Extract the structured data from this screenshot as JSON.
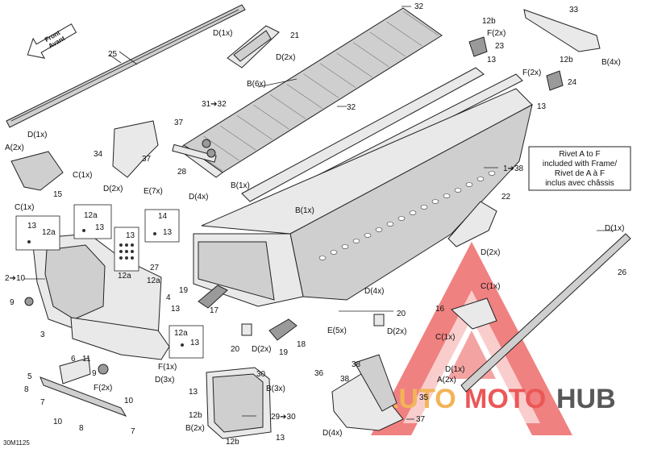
{
  "note": {
    "lines": [
      "Rivet A to F",
      "included with Frame/",
      "Rivet de A à F",
      "inclus avec châssis"
    ]
  },
  "direction_arrow": {
    "line1": "Front",
    "line2": "Avant"
  },
  "diagram_code": "30M1125",
  "watermark": {
    "part1": "AUTO",
    "part2": "MOTO",
    "part3": "HUB",
    "color_red": "#e83a3a",
    "color_orange": "#f2a73a",
    "color_dark": "#3b3b3b"
  },
  "callouts": {
    "c32a": "32",
    "c12b_a": "12b",
    "c33": "33",
    "cD1x_a": "D(1x)",
    "c21": "21",
    "cF2x_a": "F(2x)",
    "c23": "23",
    "c13_a": "13",
    "cB4x": "B(4x)",
    "c25": "25",
    "cD2x_a": "D(2x)",
    "c12b_b": "12b",
    "cF2x_b": "F(2x)",
    "c24": "24",
    "cB6x": "B(6x)",
    "c31_32": "31➔32",
    "c32b": "32",
    "c13_b": "13",
    "c37a": "37",
    "c34": "34",
    "c37b": "37",
    "cD1x_b": "D(1x)",
    "cA2x_a": "A(2x)",
    "cC1x_a": "C(1x)",
    "c15": "15",
    "cC1x_b": "C(1x)",
    "c28": "28",
    "c1_38": "1➔38",
    "cD2x_b": "D(2x)",
    "cE7x": "E(7x)",
    "cD4x_a": "D(4x)",
    "cB1x_a": "B(1x)",
    "cB1x_b": "B(1x)",
    "c22": "22",
    "c13_box1": "13",
    "c12a_box1": "12a",
    "c12a_box2": "12a",
    "c13_box2": "13",
    "c14": "14",
    "c13_box3": "13",
    "c13_box4": "13",
    "c12a_box4": "12a",
    "cD1x_c": "D(1x)",
    "cD2x_c": "D(2x)",
    "c26": "26",
    "c2_10": "2➔10",
    "c27": "27",
    "c12a_c": "12a",
    "c4": "4",
    "c13_c": "13",
    "c9a": "9",
    "c3": "3",
    "c19a": "19",
    "c17": "17",
    "cC1x_c": "C(1x)",
    "cD4x_b": "D(4x)",
    "c20a": "20",
    "cD2x_d": "D(2x)",
    "c16": "16",
    "cC1x_d": "C(1x)",
    "c12a_box5": "12a",
    "c13_box5": "13",
    "c20b": "20",
    "cD2x_e": "D(2x)",
    "c19b": "19",
    "c18": "18",
    "cE5x": "E(5x)",
    "c6": "6",
    "c11": "11",
    "cF1x": "F(1x)",
    "c9b": "9",
    "cD3x": "D(3x)",
    "c30": "30",
    "cB3x": "B(3x)",
    "c13_d": "13",
    "c5": "5",
    "cF2x_c": "F(2x)",
    "c8a": "8",
    "c7a": "7",
    "c10a": "10",
    "c8b": "8",
    "c10b": "10",
    "c7b": "7",
    "c38a": "38",
    "c36": "36",
    "c38b": "38",
    "c35": "35",
    "cD1x_d": "D(1x)",
    "cA2x_b": "A(2x)",
    "c37c": "37",
    "c12b_c": "12b",
    "cB2x": "B(2x)",
    "c29_30": "29➔30",
    "c12b_d": "12b",
    "c13_e": "13",
    "cD4x_c": "D(4x)"
  }
}
